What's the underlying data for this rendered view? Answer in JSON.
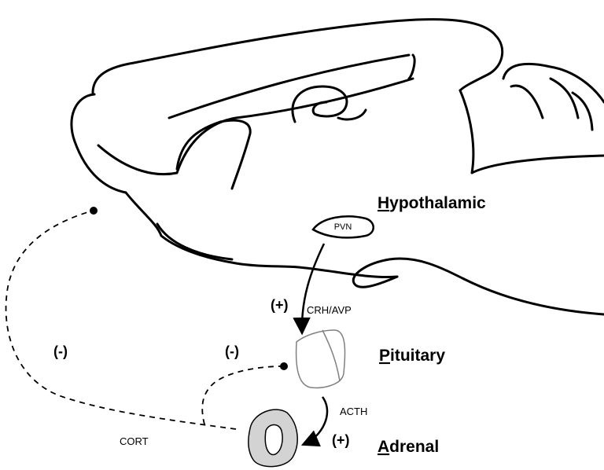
{
  "labels": {
    "hypothalamic": {
      "first": "H",
      "rest": "ypothalamic"
    },
    "pituitary": {
      "first": "P",
      "rest": "ituitary"
    },
    "adrenal": {
      "first": "A",
      "rest": "drenal"
    },
    "pvn": "PVN",
    "crh_avp": "CRH/AVP",
    "acth": "ACTH",
    "cort": "CORT",
    "plus_crh": "(+)",
    "plus_acth": "(+)",
    "minus_brain": "(-)",
    "minus_pituitary": "(-)"
  },
  "colors": {
    "stroke": "#000000",
    "adrenal_fill": "#d3d3d3",
    "pituitary_stroke": "#808080"
  }
}
